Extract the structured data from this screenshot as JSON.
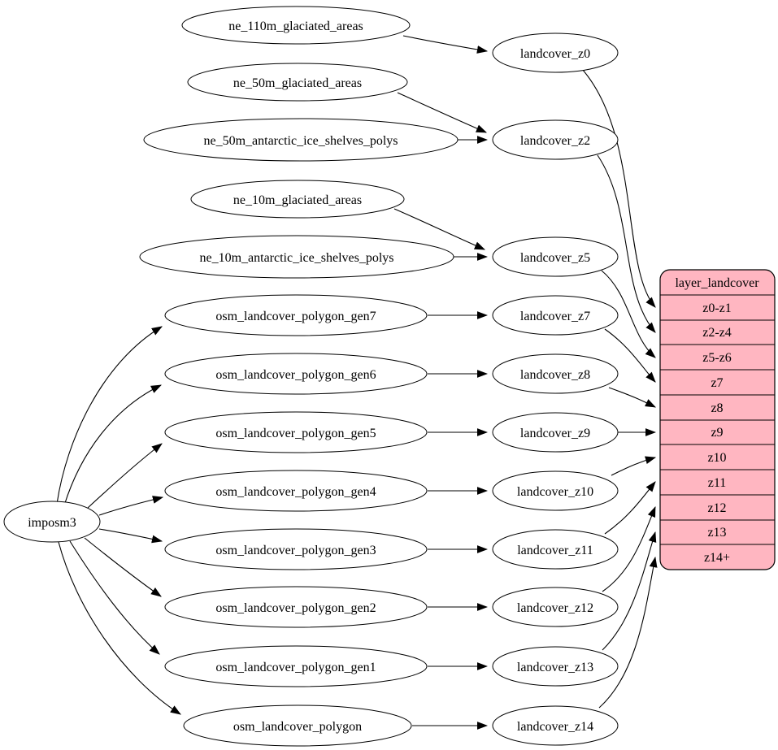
{
  "diagram": {
    "background_color": "#ffffff",
    "node_border_color": "#000000",
    "edge_color": "#000000",
    "importer": "imposm3",
    "sources": [
      "ne_110m_glaciated_areas",
      "ne_50m_glaciated_areas",
      "ne_50m_antarctic_ice_shelves_polys",
      "ne_10m_glaciated_areas",
      "ne_10m_antarctic_ice_shelves_polys",
      "osm_landcover_polygon_gen7",
      "osm_landcover_polygon_gen6",
      "osm_landcover_polygon_gen5",
      "osm_landcover_polygon_gen4",
      "osm_landcover_polygon_gen3",
      "osm_landcover_polygon_gen2",
      "osm_landcover_polygon_gen1",
      "osm_landcover_polygon"
    ],
    "stages": [
      "landcover_z0",
      "landcover_z2",
      "landcover_z5",
      "landcover_z7",
      "landcover_z8",
      "landcover_z9",
      "landcover_z10",
      "landcover_z11",
      "landcover_z12",
      "landcover_z13",
      "landcover_z14"
    ],
    "table": {
      "title": "layer_landcover",
      "rows": [
        "z0-z1",
        "z2-z4",
        "z5-z6",
        "z7",
        "z8",
        "z9",
        "z10",
        "z11",
        "z12",
        "z13",
        "z14+"
      ],
      "fill_color": "#ffb6c1",
      "border_color": "#000000"
    },
    "edges": [
      {
        "from": "imposm3",
        "to": "osm_landcover_polygon_gen7"
      },
      {
        "from": "imposm3",
        "to": "osm_landcover_polygon_gen6"
      },
      {
        "from": "imposm3",
        "to": "osm_landcover_polygon_gen5"
      },
      {
        "from": "imposm3",
        "to": "osm_landcover_polygon_gen4"
      },
      {
        "from": "imposm3",
        "to": "osm_landcover_polygon_gen3"
      },
      {
        "from": "imposm3",
        "to": "osm_landcover_polygon_gen2"
      },
      {
        "from": "imposm3",
        "to": "osm_landcover_polygon_gen1"
      },
      {
        "from": "imposm3",
        "to": "osm_landcover_polygon"
      },
      {
        "from": "ne_110m_glaciated_areas",
        "to": "landcover_z0"
      },
      {
        "from": "ne_50m_glaciated_areas",
        "to": "landcover_z2"
      },
      {
        "from": "ne_50m_antarctic_ice_shelves_polys",
        "to": "landcover_z2"
      },
      {
        "from": "ne_10m_glaciated_areas",
        "to": "landcover_z5"
      },
      {
        "from": "ne_10m_antarctic_ice_shelves_polys",
        "to": "landcover_z5"
      },
      {
        "from": "osm_landcover_polygon_gen7",
        "to": "landcover_z7"
      },
      {
        "from": "osm_landcover_polygon_gen6",
        "to": "landcover_z8"
      },
      {
        "from": "osm_landcover_polygon_gen5",
        "to": "landcover_z9"
      },
      {
        "from": "osm_landcover_polygon_gen4",
        "to": "landcover_z10"
      },
      {
        "from": "osm_landcover_polygon_gen3",
        "to": "landcover_z11"
      },
      {
        "from": "osm_landcover_polygon_gen2",
        "to": "landcover_z12"
      },
      {
        "from": "osm_landcover_polygon_gen1",
        "to": "landcover_z13"
      },
      {
        "from": "osm_landcover_polygon",
        "to": "landcover_z14"
      },
      {
        "from": "landcover_z0",
        "to": "z0-z1"
      },
      {
        "from": "landcover_z2",
        "to": "z2-z4"
      },
      {
        "from": "landcover_z5",
        "to": "z5-z6"
      },
      {
        "from": "landcover_z7",
        "to": "z7"
      },
      {
        "from": "landcover_z8",
        "to": "z8"
      },
      {
        "from": "landcover_z9",
        "to": "z9"
      },
      {
        "from": "landcover_z10",
        "to": "z10"
      },
      {
        "from": "landcover_z11",
        "to": "z11"
      },
      {
        "from": "landcover_z12",
        "to": "z12"
      },
      {
        "from": "landcover_z13",
        "to": "z13"
      },
      {
        "from": "landcover_z14",
        "to": "z14+"
      }
    ]
  }
}
